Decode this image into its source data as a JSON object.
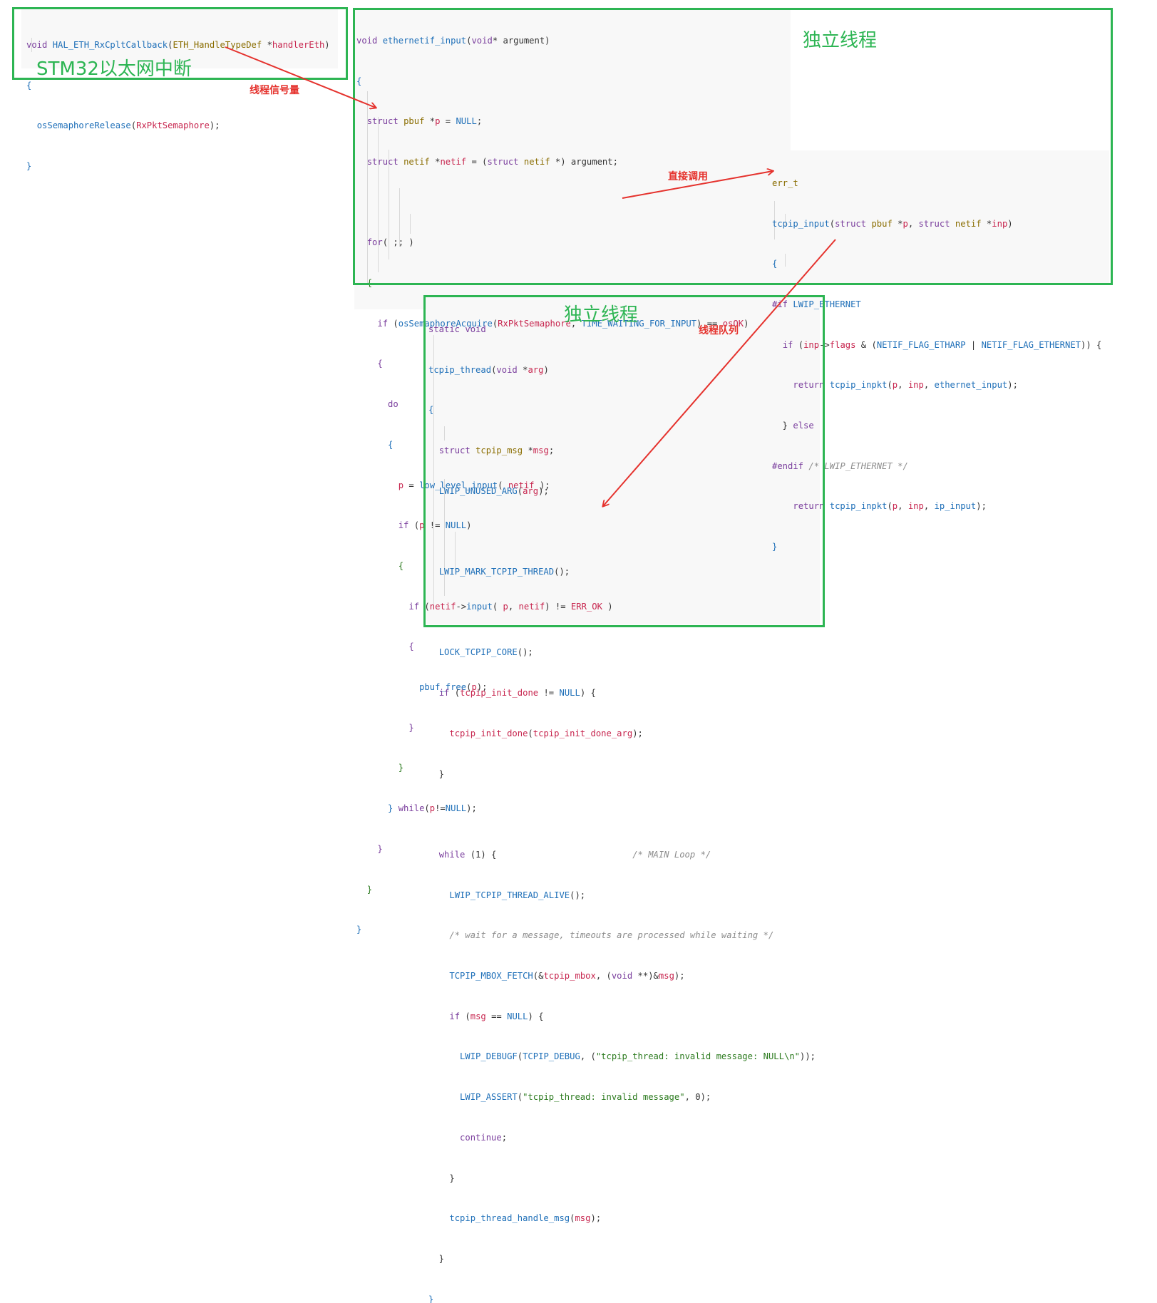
{
  "labels": {
    "interrupt": "STM32以太网中断",
    "thread1": "独立线程",
    "thread2": "独立线程",
    "arrow_semaphore": "线程信号量",
    "arrow_direct_call": "直接调用",
    "arrow_queue": "线程队列"
  },
  "colors": {
    "box_border": "#2db553",
    "arrow": "#e5322d",
    "code_bg": "#f8f8f8"
  },
  "snippets": {
    "isr": [
      "void HAL_ETH_RxCpltCallback(ETH_HandleTypeDef *handlerEth)",
      "{",
      "  osSemaphoreRelease(RxPktSemaphore);",
      "}"
    ],
    "ethernetif": [
      "void ethernetif_input(void* argument)",
      "{",
      "  struct pbuf *p = NULL;",
      "  struct netif *netif = (struct netif *) argument;",
      "",
      "  for( ;; )",
      "  {",
      "    if (osSemaphoreAcquire(RxPktSemaphore, TIME_WAITING_FOR_INPUT) == osOK)",
      "    {",
      "      do",
      "      {",
      "        p = low_level_input( netif );",
      "        if (p != NULL)",
      "        {",
      "          if (netif->input( p, netif) != ERR_OK )",
      "          {",
      "            pbuf_free(p);",
      "          }",
      "        }",
      "      } while(p!=NULL);",
      "    }",
      "  }",
      "}"
    ],
    "tcpip_input": [
      "err_t",
      "tcpip_input(struct pbuf *p, struct netif *inp)",
      "{",
      "#if LWIP_ETHERNET",
      "  if (inp->flags & (NETIF_FLAG_ETHARP | NETIF_FLAG_ETHERNET)) {",
      "    return tcpip_inpkt(p, inp, ethernet_input);",
      "  } else",
      "#endif /* LWIP_ETHERNET */",
      "    return tcpip_inpkt(p, inp, ip_input);",
      "}"
    ],
    "tcpip_thread": [
      "static void",
      "tcpip_thread(void *arg)",
      "{",
      "  struct tcpip_msg *msg;",
      "  LWIP_UNUSED_ARG(arg);",
      "",
      "  LWIP_MARK_TCPIP_THREAD();",
      "",
      "  LOCK_TCPIP_CORE();",
      "  if (tcpip_init_done != NULL) {",
      "    tcpip_init_done(tcpip_init_done_arg);",
      "  }",
      "",
      "  while (1) {                          /* MAIN Loop */",
      "    LWIP_TCPIP_THREAD_ALIVE();",
      "    /* wait for a message, timeouts are processed while waiting */",
      "    TCPIP_MBOX_FETCH(&tcpip_mbox, (void **)&msg);",
      "    if (msg == NULL) {",
      "      LWIP_DEBUGF(TCPIP_DEBUG, (\"tcpip_thread: invalid message: NULL\\n\"));",
      "      LWIP_ASSERT(\"tcpip_thread: invalid message\", 0);",
      "      continue;",
      "    }",
      "    tcpip_thread_handle_msg(msg);",
      "  }",
      "}"
    ]
  }
}
